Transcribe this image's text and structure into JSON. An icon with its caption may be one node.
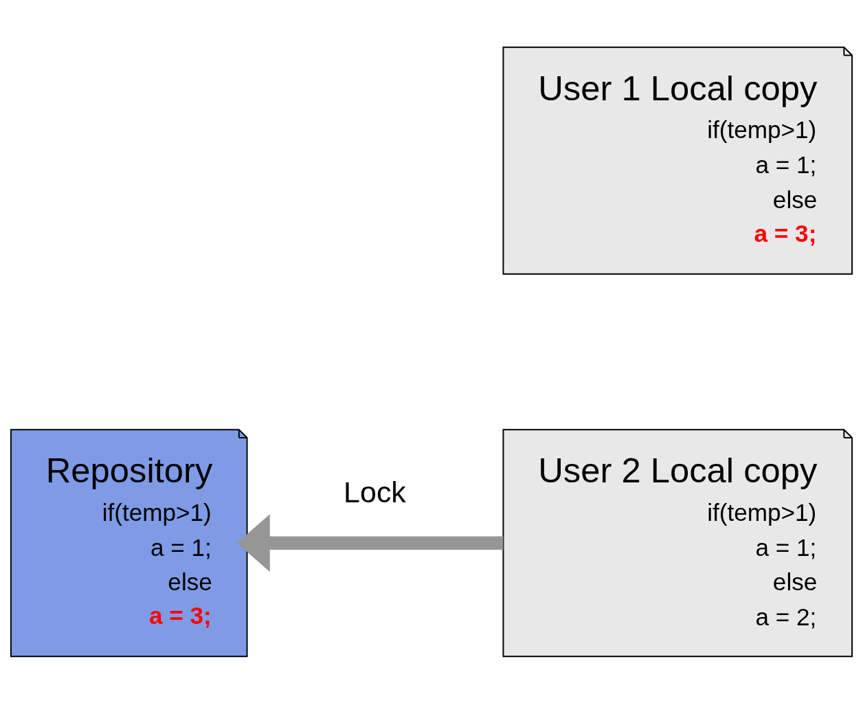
{
  "diagram": {
    "nodes": [
      {
        "text": [
          "Repository",
          "if(temp>1)",
          "a = 1;",
          "else",
          "a = 3;"
        ]
      },
      {
        "text": [
          "User 1 Local copy",
          "if(temp>1)",
          "a = 1;",
          "else",
          "a = 3;"
        ]
      },
      {
        "text": [
          "User 2 Local copy",
          "if(temp>1)",
          "a = 1;",
          "else",
          "a = 2;"
        ]
      }
    ],
    "edges": [
      {
        "from": 2,
        "to": 0,
        "arrow": "to",
        "label": "Lock"
      }
    ]
  }
}
